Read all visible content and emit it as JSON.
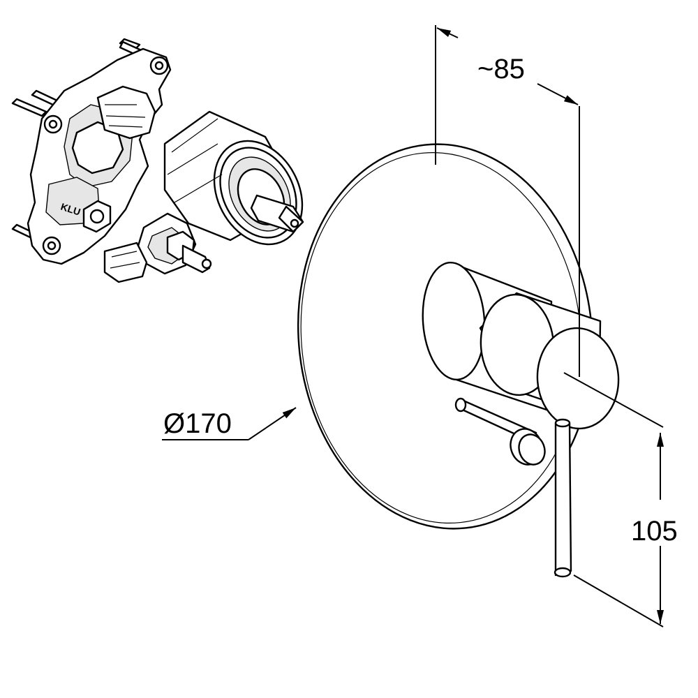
{
  "dimensions": {
    "depth_label": "~85",
    "diameter_label": "Ø170",
    "height_label": "105"
  }
}
